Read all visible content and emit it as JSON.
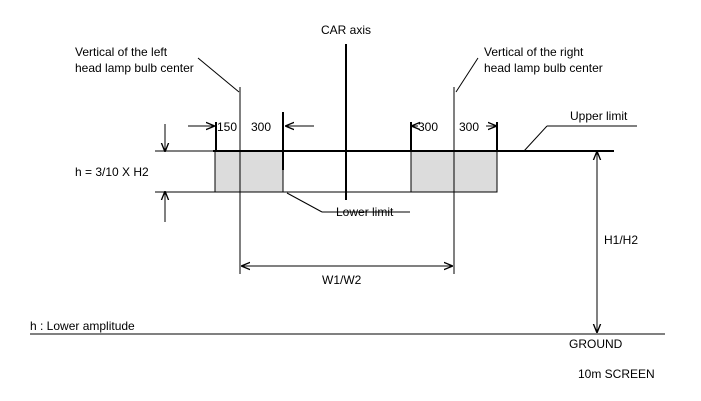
{
  "labels": {
    "car_axis": "CAR axis",
    "left_vertical_line1": "Vertical of the left",
    "left_vertical_line2": "head lamp bulb center",
    "right_vertical_line1": "Vertical of the right",
    "right_vertical_line2": "head lamp bulb center",
    "upper_limit": "Upper limit",
    "lower_limit": "Lower limit",
    "h_formula": "h = 3/10 X H2",
    "h1_h2": "H1/H2",
    "w1_w2": "W1/W2",
    "lower_amplitude": "h : Lower amplitude",
    "ground": "GROUND",
    "screen": "10m SCREEN"
  },
  "dimensions": {
    "left_inner": "150",
    "left_outer": "300",
    "right_inner": "300",
    "right_outer": "300"
  },
  "colors": {
    "zone_fill": "#dcdcdc",
    "line": "#000000"
  }
}
